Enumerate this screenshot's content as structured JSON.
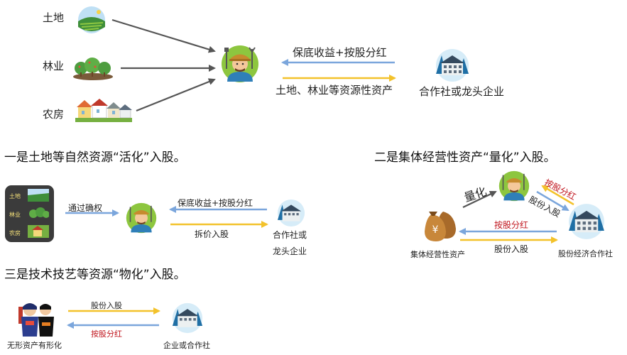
{
  "section1": {
    "inputs": [
      "土地",
      "林业",
      "农房"
    ],
    "arrow_top_label": "保底收益+按股分红",
    "arrow_bottom_label": "土地、林业等资源性资产",
    "partner_label": "合作社或龙头企业",
    "heading": "一是土地等自然资源“活化”入股。"
  },
  "section2": {
    "heading": "二是集体经营性资产“量化”入股。",
    "quantify_label": "量化",
    "red_label_right": "按股分红",
    "share_label_right": "股份入股",
    "arrow_top_label": "按股分红",
    "arrow_bottom_label": "股份入股",
    "left_caption": "集体经营性资产",
    "right_caption": "股份经济合作社",
    "money_symbol": "¥"
  },
  "section1b": {
    "card_items": [
      "土地",
      "林业",
      "农房"
    ],
    "arrow_label": "通过确权",
    "top_label": "保底收益+按股分红",
    "bottom_label": "拆价入股",
    "partner_line1": "合作社或",
    "partner_line2": "龙头企业"
  },
  "section3": {
    "heading": "三是技术技艺等资源“物化”入股。",
    "top_label": "股份入股",
    "bottom_label": "按股分红",
    "left_caption": "无形资产有形化",
    "right_caption": "企业或合作社"
  },
  "colors": {
    "blue_arrow": "#7ba6dc",
    "yellow_arrow": "#f3c22b",
    "dark_arrow": "#555555",
    "red_text": "#c0161e"
  }
}
